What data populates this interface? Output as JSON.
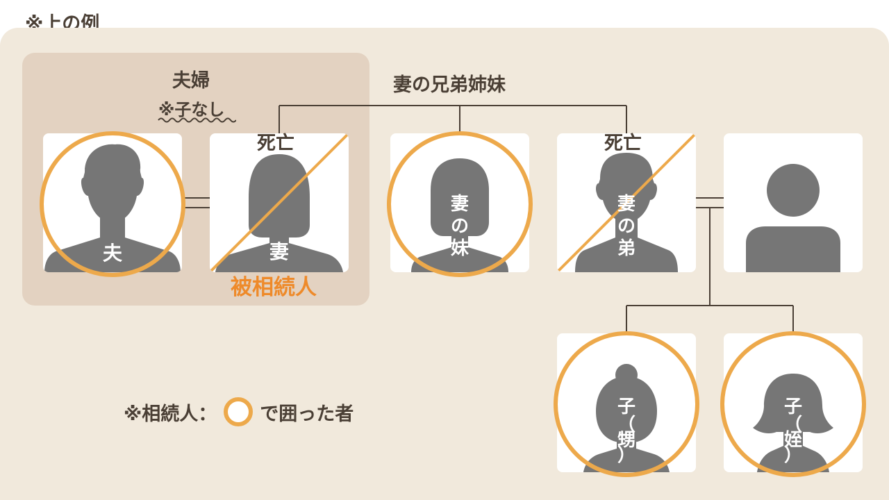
{
  "title": "※上の例",
  "couple": {
    "heading": "夫婦",
    "note": "※子なし"
  },
  "siblings_heading": "妻の兄弟姉妹",
  "people": {
    "husband": {
      "name": "夫",
      "status": "",
      "heir": true
    },
    "wife": {
      "name": "妻",
      "status": "死亡",
      "role": "被相続人",
      "heir": false
    },
    "wife_sister": {
      "name": "妻の妹",
      "status": "",
      "heir": true
    },
    "wife_brother": {
      "name": "妻の弟",
      "status": "死亡",
      "heir": false
    },
    "brother_spouse": {
      "name": "",
      "status": "",
      "heir": false
    },
    "child1": {
      "name": "子（甥）",
      "heir": true
    },
    "child2": {
      "name": "子（姪）",
      "heir": true
    }
  },
  "legend": {
    "prefix": "※相続人：",
    "suffix": "で囲った者"
  },
  "colors": {
    "panel": "#f1e9dc",
    "couple_box": "#e3d2c1",
    "silhouette": "#767676",
    "ring": "#eda94b",
    "heir_text": "#ee8a2a",
    "line": "#4a3f35"
  }
}
